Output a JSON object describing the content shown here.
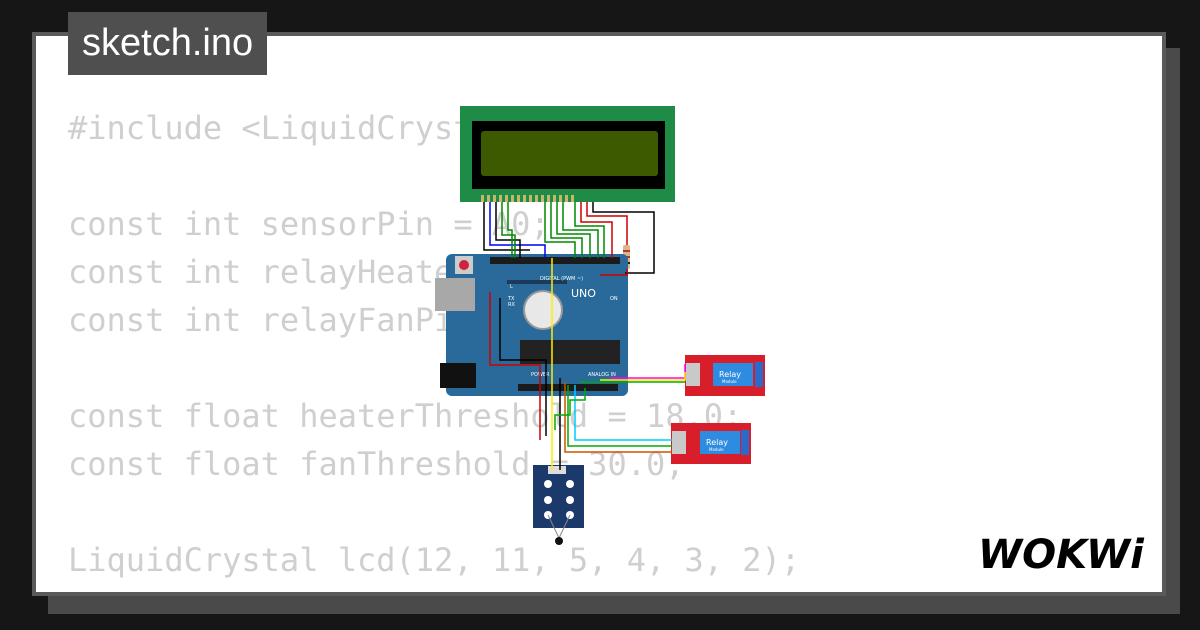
{
  "file_tab": {
    "name": "sketch.ino"
  },
  "code_lines": [
    "#include <LiquidCrystal.h>",
    "",
    "const int sensorPin = A0;",
    "const int relayHeaterPin = 7;",
    "const int relayFanPin = 8;",
    "",
    "const float heaterThreshold = 18.0;",
    "const float fanThreshold = 30.0;",
    "",
    "LiquidCrystal lcd(12, 11, 5, 4, 3, 2);"
  ],
  "arduino": {
    "uno_label": "UNO",
    "digital_label": "DIGITAL (PWM ~)",
    "power_label": "POWER",
    "analog_label": "ANALOG IN",
    "on_label": "ON",
    "tx": "TX",
    "rx": "RX",
    "l": "L"
  },
  "relays": [
    {
      "label": "Relay",
      "sublabel": "Module"
    },
    {
      "label": "Relay",
      "sublabel": "Module"
    }
  ],
  "logo": {
    "text": "WOKWi"
  },
  "colors": {
    "background": "#161616",
    "card": "#ffffff",
    "code_text": "#cfcfcf",
    "tab": "#4f4f4f",
    "lcd_pcb": "#1e8c46",
    "lcd_screen": "#3d5a00",
    "arduino": "#2a6a9a",
    "relay_pcb": "#d81e2a",
    "relay_body": "#2e8ce0",
    "sensor_pcb": "#1b3a6b"
  }
}
